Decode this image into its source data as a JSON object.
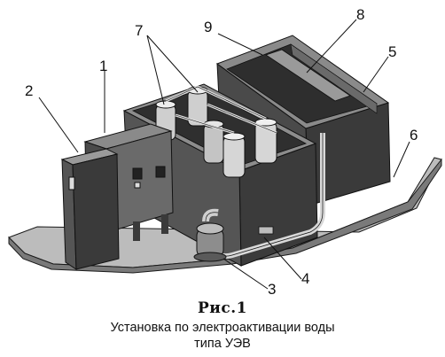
{
  "figure": {
    "label": "Рис.1",
    "caption_line1": "Установка по электроактивации воды",
    "caption_line2": "типа УЭВ",
    "callouts": [
      "1",
      "2",
      "3",
      "4",
      "5",
      "6",
      "7",
      "8",
      "9"
    ]
  }
}
